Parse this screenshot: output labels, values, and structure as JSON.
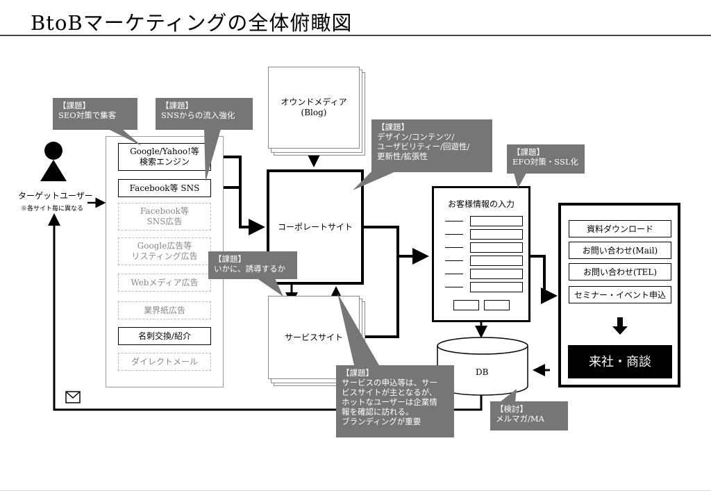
{
  "page": {
    "title": "BtoBマーケティングの全体俯瞰図"
  },
  "user": {
    "label": "ターゲットユーザー",
    "note": "※各サイト毎に異なる",
    "icon": "person-icon"
  },
  "channels": [
    {
      "label": "Google/Yahoo!等\n検索エンジン",
      "style": "solid"
    },
    {
      "label": "Facebook等 SNS",
      "style": "solid"
    },
    {
      "label": "Facebook等\nSNS広告",
      "style": "dashed"
    },
    {
      "label": "Google広告等\nリスティング広告",
      "style": "dashed"
    },
    {
      "label": "Webメディア広告",
      "style": "dashed"
    },
    {
      "label": "業界紙広告",
      "style": "dashed"
    },
    {
      "label": "名刺交換/紹介",
      "style": "solid"
    },
    {
      "label": "ダイレクトメール",
      "style": "dashed"
    }
  ],
  "sites": {
    "owned_media": "オウンドメディア\n(Blog)",
    "corporate": "コーポレートサイト",
    "service": "サービスサイト"
  },
  "form": {
    "title": "お客様情報の入力"
  },
  "db": {
    "label": "DB"
  },
  "conversions": {
    "items": [
      "資料ダウンロード",
      "お問い合わせ(Mail)",
      "お問い合わせ(TEL)",
      "セミナー・イベント申込"
    ],
    "final": "来社・商談"
  },
  "callouts": {
    "seo": "【課題】\nSEO対策で集客",
    "sns": "【課題】\nSNSからの流入強化",
    "design": "【課題】\nデザイン/コンテンツ/\nユーザビリティー/回遊性/\n更新性/拡張性",
    "efo": "【課題】\nEFO対策・SSL化",
    "guide": "【課題】\nいかに、誘導するか",
    "service": "【課題】\nサービスの申込等は、サー\nビスサイトが主となるが、\nホットなユーザーは企業情\n報を確認に訪れる。\nブランディングが重要",
    "ma": "【検討】\nメルマガ/MA"
  },
  "icons": {
    "mail": "mail-icon",
    "down_arrow": "arrow-down-icon"
  },
  "colors": {
    "callout_bg": "#767676",
    "ink": "#000000",
    "final_bg": "#000000",
    "dashed_border": "#bbbbbb"
  }
}
